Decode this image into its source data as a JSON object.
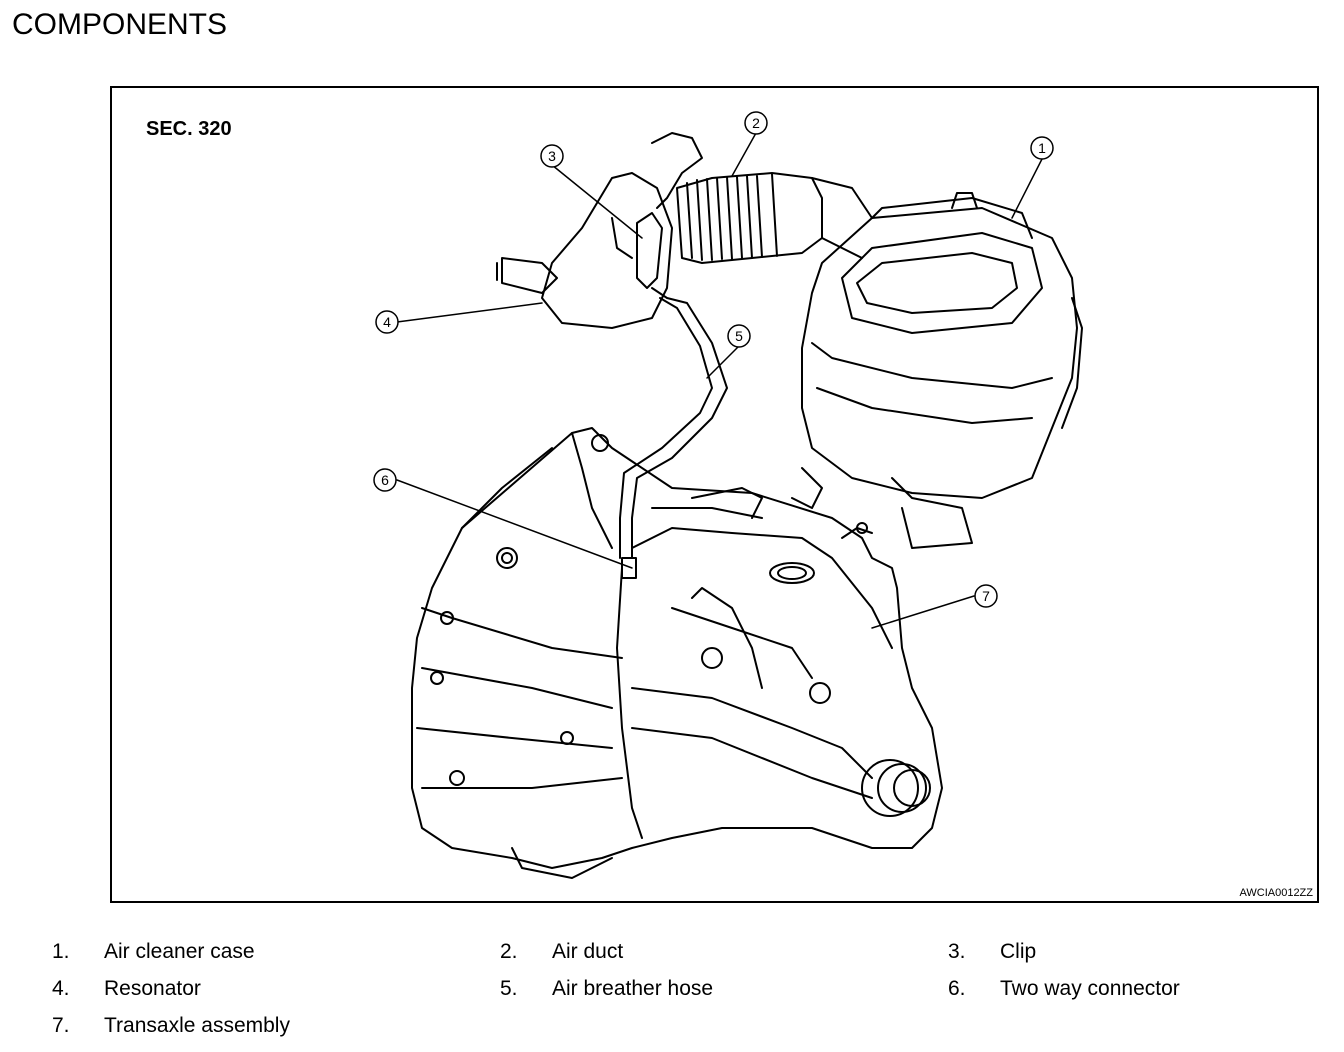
{
  "page_title": "COMPONENTS",
  "figure": {
    "section": "SEC. 320",
    "figure_id": "AWCIA0012ZZ",
    "callouts": [
      "1",
      "2",
      "3",
      "4",
      "5",
      "6",
      "7"
    ]
  },
  "legend": [
    {
      "num": "1.",
      "text": "Air cleaner case"
    },
    {
      "num": "2.",
      "text": "Air duct"
    },
    {
      "num": "3.",
      "text": "Clip"
    },
    {
      "num": "4.",
      "text": "Resonator"
    },
    {
      "num": "5.",
      "text": "Air breather hose"
    },
    {
      "num": "6.",
      "text": "Two way connector"
    },
    {
      "num": "7.",
      "text": "Transaxle assembly"
    }
  ]
}
